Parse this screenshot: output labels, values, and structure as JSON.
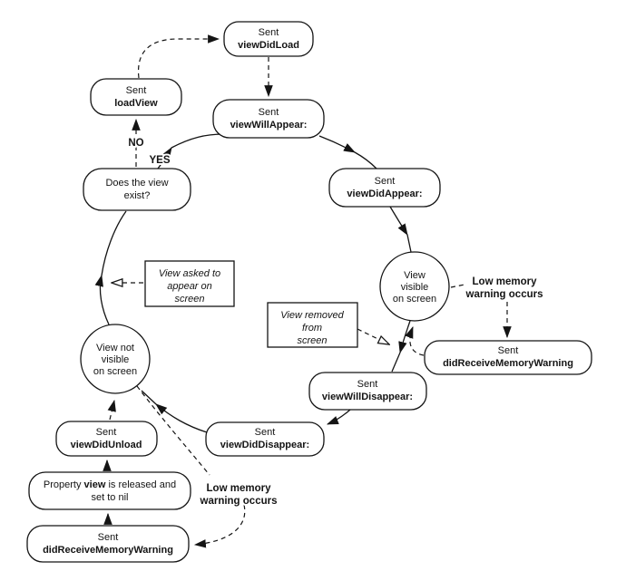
{
  "diagram": {
    "description": "View controller lifecycle flow diagram",
    "colors": {
      "stroke": "#141414",
      "background": "#ffffff",
      "text": "#141414"
    }
  },
  "nodes": {
    "view_did_load": {
      "line1": "Sent",
      "line2": "viewDidLoad"
    },
    "load_view": {
      "line1": "Sent",
      "line2": "loadView"
    },
    "view_will_appear": {
      "line1": "Sent",
      "line2": "viewWillAppear:"
    },
    "does_view_exist": {
      "line1": "Does the view",
      "line2": "exist?"
    },
    "view_did_appear": {
      "line1": "Sent",
      "line2": "viewDidAppear:"
    },
    "did_receive_memory_warning_right": {
      "line1": "Sent",
      "line2": "didReceiveMemoryWarning"
    },
    "view_will_disappear": {
      "line1": "Sent",
      "line2": "viewWillDisappear:"
    },
    "view_did_disappear": {
      "line1": "Sent",
      "line2": "viewDidDisappear:"
    },
    "view_did_unload": {
      "line1": "Sent",
      "line2": "viewDidUnload"
    },
    "property_view_released": {
      "line1_pre": "Property ",
      "line1_bold": "view",
      "line1_post": " is released and",
      "line2": "set to nil"
    },
    "did_receive_memory_warning_bottom": {
      "line1": "Sent",
      "line2": "didReceiveMemoryWarning"
    },
    "view_asked": {
      "line1": "View asked to",
      "line2": "appear on",
      "line3": "screen"
    },
    "view_removed": {
      "line1": "View removed",
      "line2": "from",
      "line3": "screen"
    },
    "view_visible": {
      "line1": "View",
      "line2": "visible",
      "line3": "on screen"
    },
    "view_not_visible": {
      "line1": "View not",
      "line2": "visible",
      "line3": "on screen"
    }
  },
  "labels": {
    "no": "NO",
    "yes": "YES",
    "low_memory_right": {
      "line1": "Low memory",
      "line2": "warning occurs"
    },
    "low_memory_bottom": {
      "line1": "Low memory",
      "line2": "warning occurs"
    }
  }
}
